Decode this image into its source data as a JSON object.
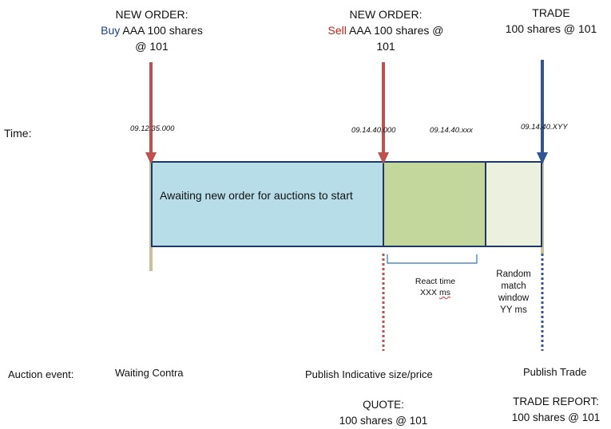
{
  "events": {
    "buy": {
      "heading": "NEW ORDER:",
      "side": "Buy",
      "detail": " AAA 100 shares",
      "price": "@ 101"
    },
    "sell": {
      "heading": "NEW ORDER:",
      "side": "Sell",
      "detail": " AAA 100 shares @",
      "price": "101"
    },
    "trade": {
      "heading": "TRADE",
      "detail": "100 shares @ 101"
    }
  },
  "time_row": {
    "label": "Time:",
    "t1": "09.12.35.000",
    "t2": "09.14.40.000",
    "t3": "09.14.40.xxx",
    "t4": "09.14.40.XYY"
  },
  "phases": {
    "waiting_label": "Awaiting new order for auctions to start",
    "colors": {
      "waiting": "#b7dde8",
      "react": "#c3d69b",
      "random": "#ebf1de",
      "border": "#1f3864"
    }
  },
  "annotations": {
    "react_time": "React time",
    "react_ms_prefix": "XXX ",
    "react_ms_unit": "ms",
    "random_line1": "Random",
    "random_line2": "match",
    "random_line3": "window",
    "random_line4": "YY ms"
  },
  "auction_row": {
    "label": "Auction event:",
    "waiting": "Waiting Contra",
    "publish": "Publish Indicative size/price",
    "trade": "Publish Trade"
  },
  "quote": {
    "heading": "QUOTE:",
    "detail": "100 shares @ 101"
  },
  "trade_report": {
    "heading": "TRADE REPORT:",
    "detail": "100 shares @ 101"
  },
  "colors": {
    "sell_arrow": "#c0504d",
    "trade_arrow": "#2f5597",
    "left_marker": "#c9bf9a"
  }
}
